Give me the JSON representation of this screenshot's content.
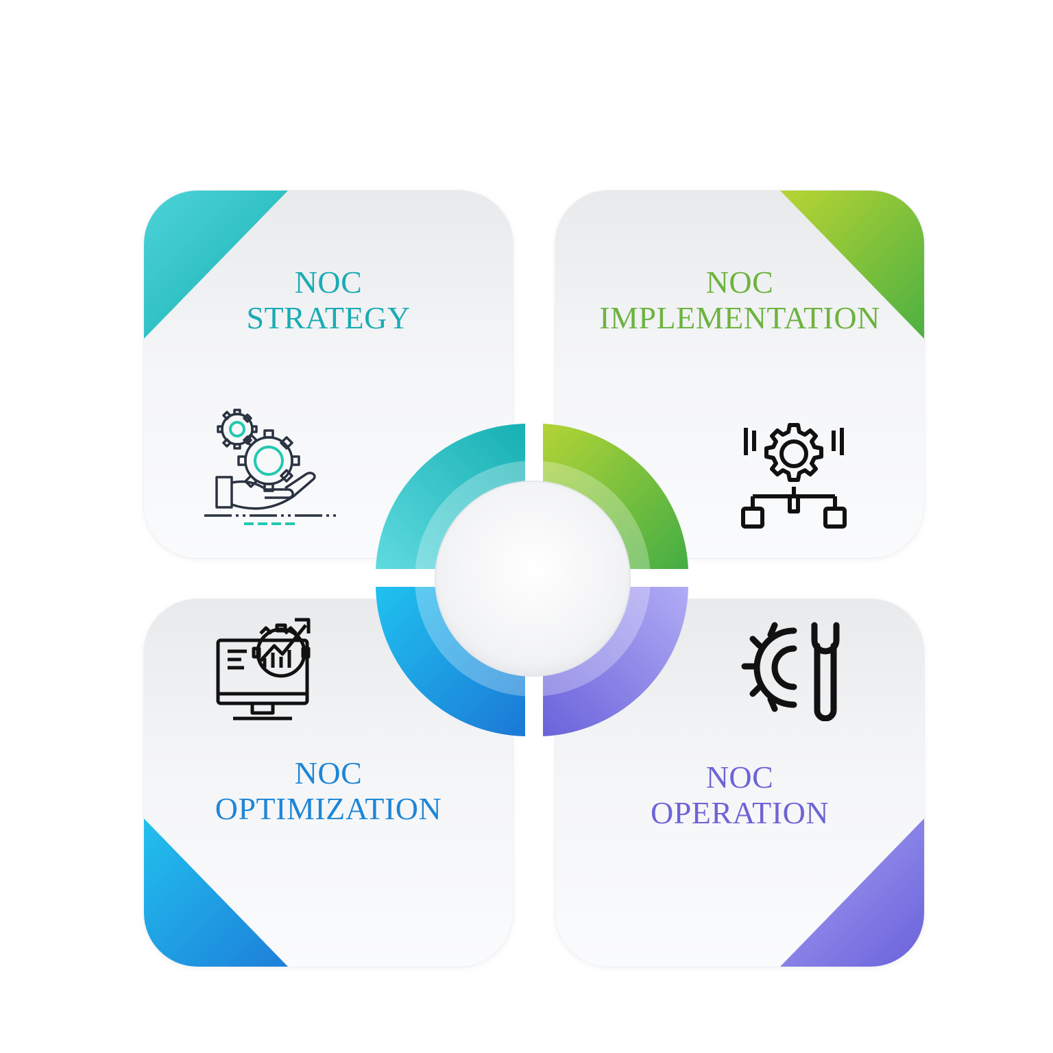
{
  "quadrants": [
    {
      "id": "strategy",
      "line1": "NOC",
      "line2": "STRATEGY",
      "color": "#1aabb4",
      "icon": "gears-hand-icon"
    },
    {
      "id": "implementation",
      "line1": "NOC",
      "line2": "IMPLEMENTATION",
      "color": "#6db33f",
      "icon": "gear-network-icon"
    },
    {
      "id": "optimization",
      "line1": "NOC",
      "line2": "OPTIMIZATION",
      "color": "#1e86d6",
      "icon": "monitor-growth-gear-icon"
    },
    {
      "id": "operation",
      "line1": "NOC",
      "line2": "OPERATION",
      "color": "#6c64d6",
      "icon": "gear-wrench-icon"
    }
  ],
  "ring_colors": {
    "teal": "#1ab5b8",
    "green": "#5cb63f",
    "blue": "#1d84db",
    "purple": "#7a72e0"
  }
}
